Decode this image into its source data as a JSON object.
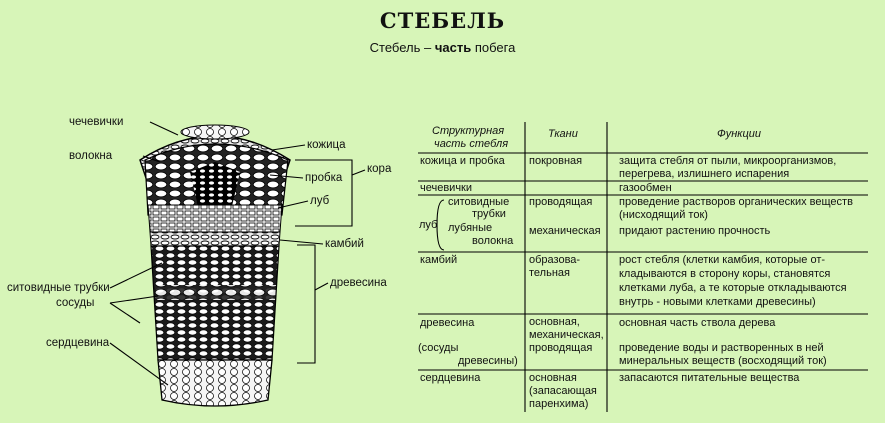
{
  "title": "СТЕБЕЛЬ",
  "subtitle_prefix": "Стебель – ",
  "subtitle_bold": "часть",
  "subtitle_suffix": " побега",
  "diagram_labels": {
    "chechevichki": "чечевички",
    "volokna": "волокна",
    "kozhitsa": "кожица",
    "probka": "пробка",
    "kora": "кора",
    "lub": "луб",
    "kambiy": "камбий",
    "sitovidnye": "ситовидные трубки",
    "sosudy": "сосуды",
    "drevesina": "древесина",
    "serdtsevina": "сердцевина"
  },
  "table": {
    "headers": {
      "part_line1": "Структурная",
      "part_line2": "часть стебля",
      "tissue": "Ткани",
      "func": "Функции"
    },
    "rows": [
      {
        "part": "кожица и пробка",
        "tissue": "покровная",
        "func1": "защита стебля от пыли, микроорганизмов,",
        "func2": "перегрева, излишнего испарения"
      },
      {
        "part": "чечевички",
        "func1": "газообмен"
      },
      {
        "group": "луб",
        "part1a": "ситовидные",
        "part1b": "трубки",
        "part2a": "лубяные",
        "part2b": "волокна",
        "tissue1": "проводящая",
        "tissue2": "механическая",
        "func1": "проведение растворов органических веществ",
        "func2": "(нисходящий ток)",
        "func3": "придают растению прочность"
      },
      {
        "part": "камбий",
        "tissue1": "образова-",
        "tissue2": "тельная",
        "func1": "рост стебля (клетки камбия, которые от-",
        "func2": "кладываются в сторону коры, становятся",
        "func3": "клетками луба, а те которые откладываются",
        "func4": "внутрь - новыми клетками древесины)"
      },
      {
        "part": "древесина",
        "part2a": "(сосуды",
        "part2b": "древесины)",
        "tissue1": "основная,",
        "tissue2": "механическая,",
        "tissue3": "проводящая",
        "func1": "основная часть ствола дерева",
        "func2": "проведение воды и растворенных в ней",
        "func3": "минеральных веществ (восходящий ток)"
      },
      {
        "part": "сердцевина",
        "tissue1": "основная",
        "tissue2": "(запасающая",
        "tissue3": "паренхима)",
        "func1": "запасаются питательные вещества"
      }
    ]
  }
}
